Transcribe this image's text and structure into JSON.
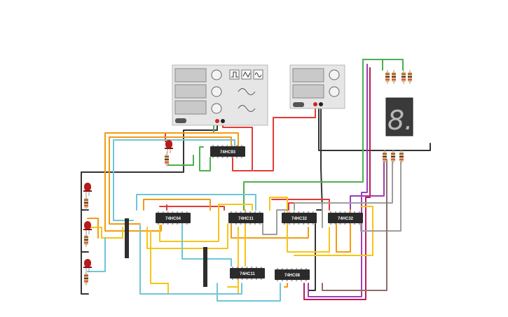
{
  "app": {
    "name": "Circuit simulator canvas"
  },
  "instruments": {
    "function_generator": {
      "name": "function-generator",
      "waveform_buttons": [
        "square",
        "triangle",
        "sine"
      ]
    },
    "power_supply": {
      "name": "power-supply"
    }
  },
  "chips": {
    "u1": {
      "label": "74HC93"
    },
    "u2": {
      "label": "74HC04"
    },
    "u3": {
      "label": "74HC11"
    },
    "u4": {
      "label": "74HC32"
    },
    "u5": {
      "label": "74HC32"
    },
    "u6": {
      "label": "74HC11"
    },
    "u7": {
      "label": "74HC08"
    }
  },
  "display": {
    "digit": "8."
  },
  "colors": {
    "green": "#4caf50",
    "red": "#e53935",
    "orange": "#f39c12",
    "yellow": "#f5c518",
    "cyan": "#6ec6d8",
    "grey": "#9e9e9e",
    "black": "#333333",
    "purple": "#9b3fb5",
    "brown": "#8d6e63",
    "magenta": "#c2185b"
  }
}
